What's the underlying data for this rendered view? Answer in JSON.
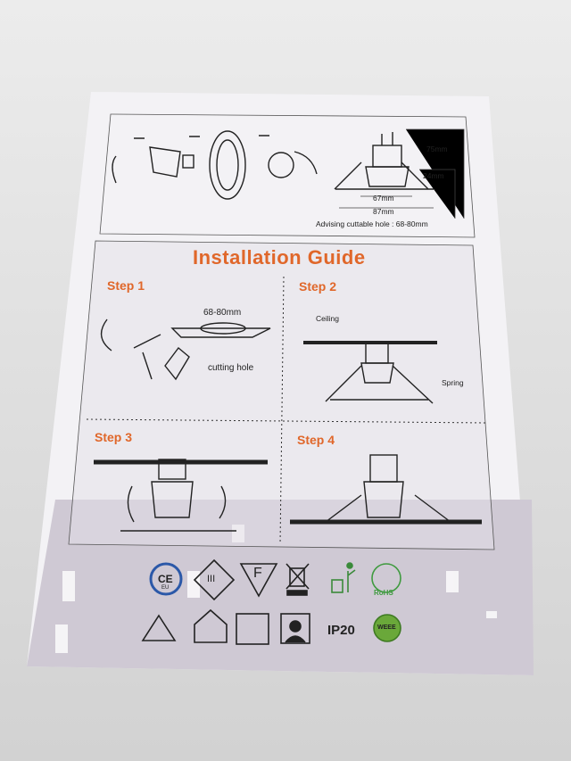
{
  "top_panel": {
    "dimensions": {
      "height_total": "75mm",
      "height_trim": "24mm",
      "inner_width": "67mm",
      "outer_width": "87mm"
    },
    "note": "Advising cuttable hole : 68-80mm"
  },
  "guide": {
    "title": "Installation Guide",
    "steps": [
      {
        "label": "Step 1",
        "annotations": [
          "68-80mm",
          "cutting hole"
        ]
      },
      {
        "label": "Step 2",
        "annotations": [
          "Ceiling",
          "Spring"
        ]
      },
      {
        "label": "Step 3",
        "annotations": []
      },
      {
        "label": "Step 4",
        "annotations": []
      }
    ]
  },
  "certifications": {
    "row1": [
      "ce-eu-icon",
      "class-iii-icon",
      "f-mark-icon",
      "weee-bin-icon",
      "litter-bin-icon",
      "rohs-icon"
    ],
    "row2": [
      "keep-away-children-icon",
      "indoor-use-icon",
      "switch-off-icon",
      "electrician-icon",
      "IP20",
      "weee-logo-icon"
    ],
    "ce_text": "CE",
    "ce_sub": "EU",
    "class_text": "III",
    "f_text": "F",
    "ip_rating": "IP20",
    "rohs_text": "RoHS",
    "weee_text": "WEEE"
  },
  "colors": {
    "accent": "#e0672a",
    "card": "#f4f3f6",
    "panel": "#d9d4de",
    "background": "#dedede"
  }
}
